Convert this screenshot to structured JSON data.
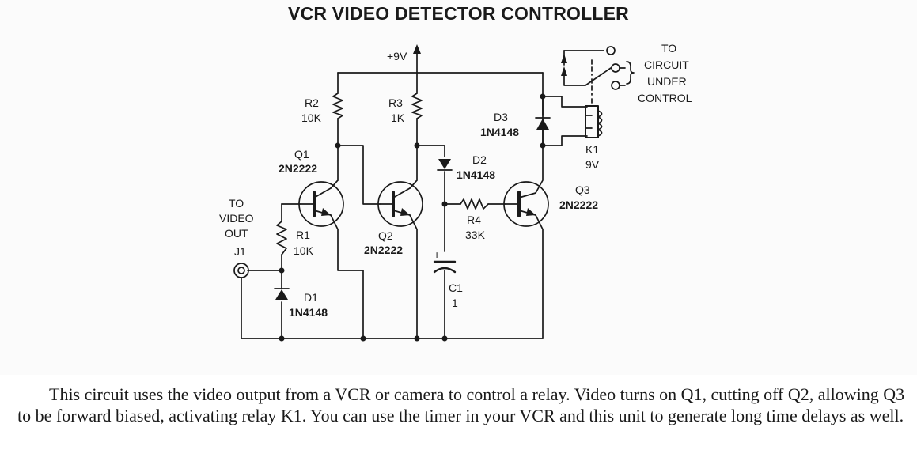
{
  "title": "VCR VIDEO DETECTOR CONTROLLER",
  "supply": "+9V",
  "components": {
    "r2": {
      "ref": "R2",
      "value": "10K"
    },
    "r3": {
      "ref": "R3",
      "value": "1K"
    },
    "r1": {
      "ref": "R1",
      "value": "10K"
    },
    "r4": {
      "ref": "R4",
      "value": "33K"
    },
    "q1": {
      "ref": "Q1",
      "part": "2N2222"
    },
    "q2": {
      "ref": "Q2",
      "part": "2N2222"
    },
    "q3": {
      "ref": "Q3",
      "part": "2N2222"
    },
    "d1": {
      "ref": "D1",
      "part": "1N4148"
    },
    "d2": {
      "ref": "D2",
      "part": "1N4148"
    },
    "d3": {
      "ref": "D3",
      "part": "1N4148"
    },
    "c1": {
      "ref": "C1",
      "value": "1",
      "polarity": "+"
    },
    "k1": {
      "ref": "K1",
      "value": "9V"
    },
    "j1": {
      "ref": "J1"
    }
  },
  "labels": {
    "input": [
      "TO",
      "VIDEO",
      "OUT"
    ],
    "output": [
      "TO",
      "CIRCUIT",
      "UNDER",
      "CONTROL"
    ]
  },
  "description": "This circuit uses the video output from a VCR or camera to control a relay. Video turns on Q1, cutting off Q2, allowing Q3 to be forward biased, activating relay K1. You can use the timer in your VCR and this unit to generate long time delays as well."
}
